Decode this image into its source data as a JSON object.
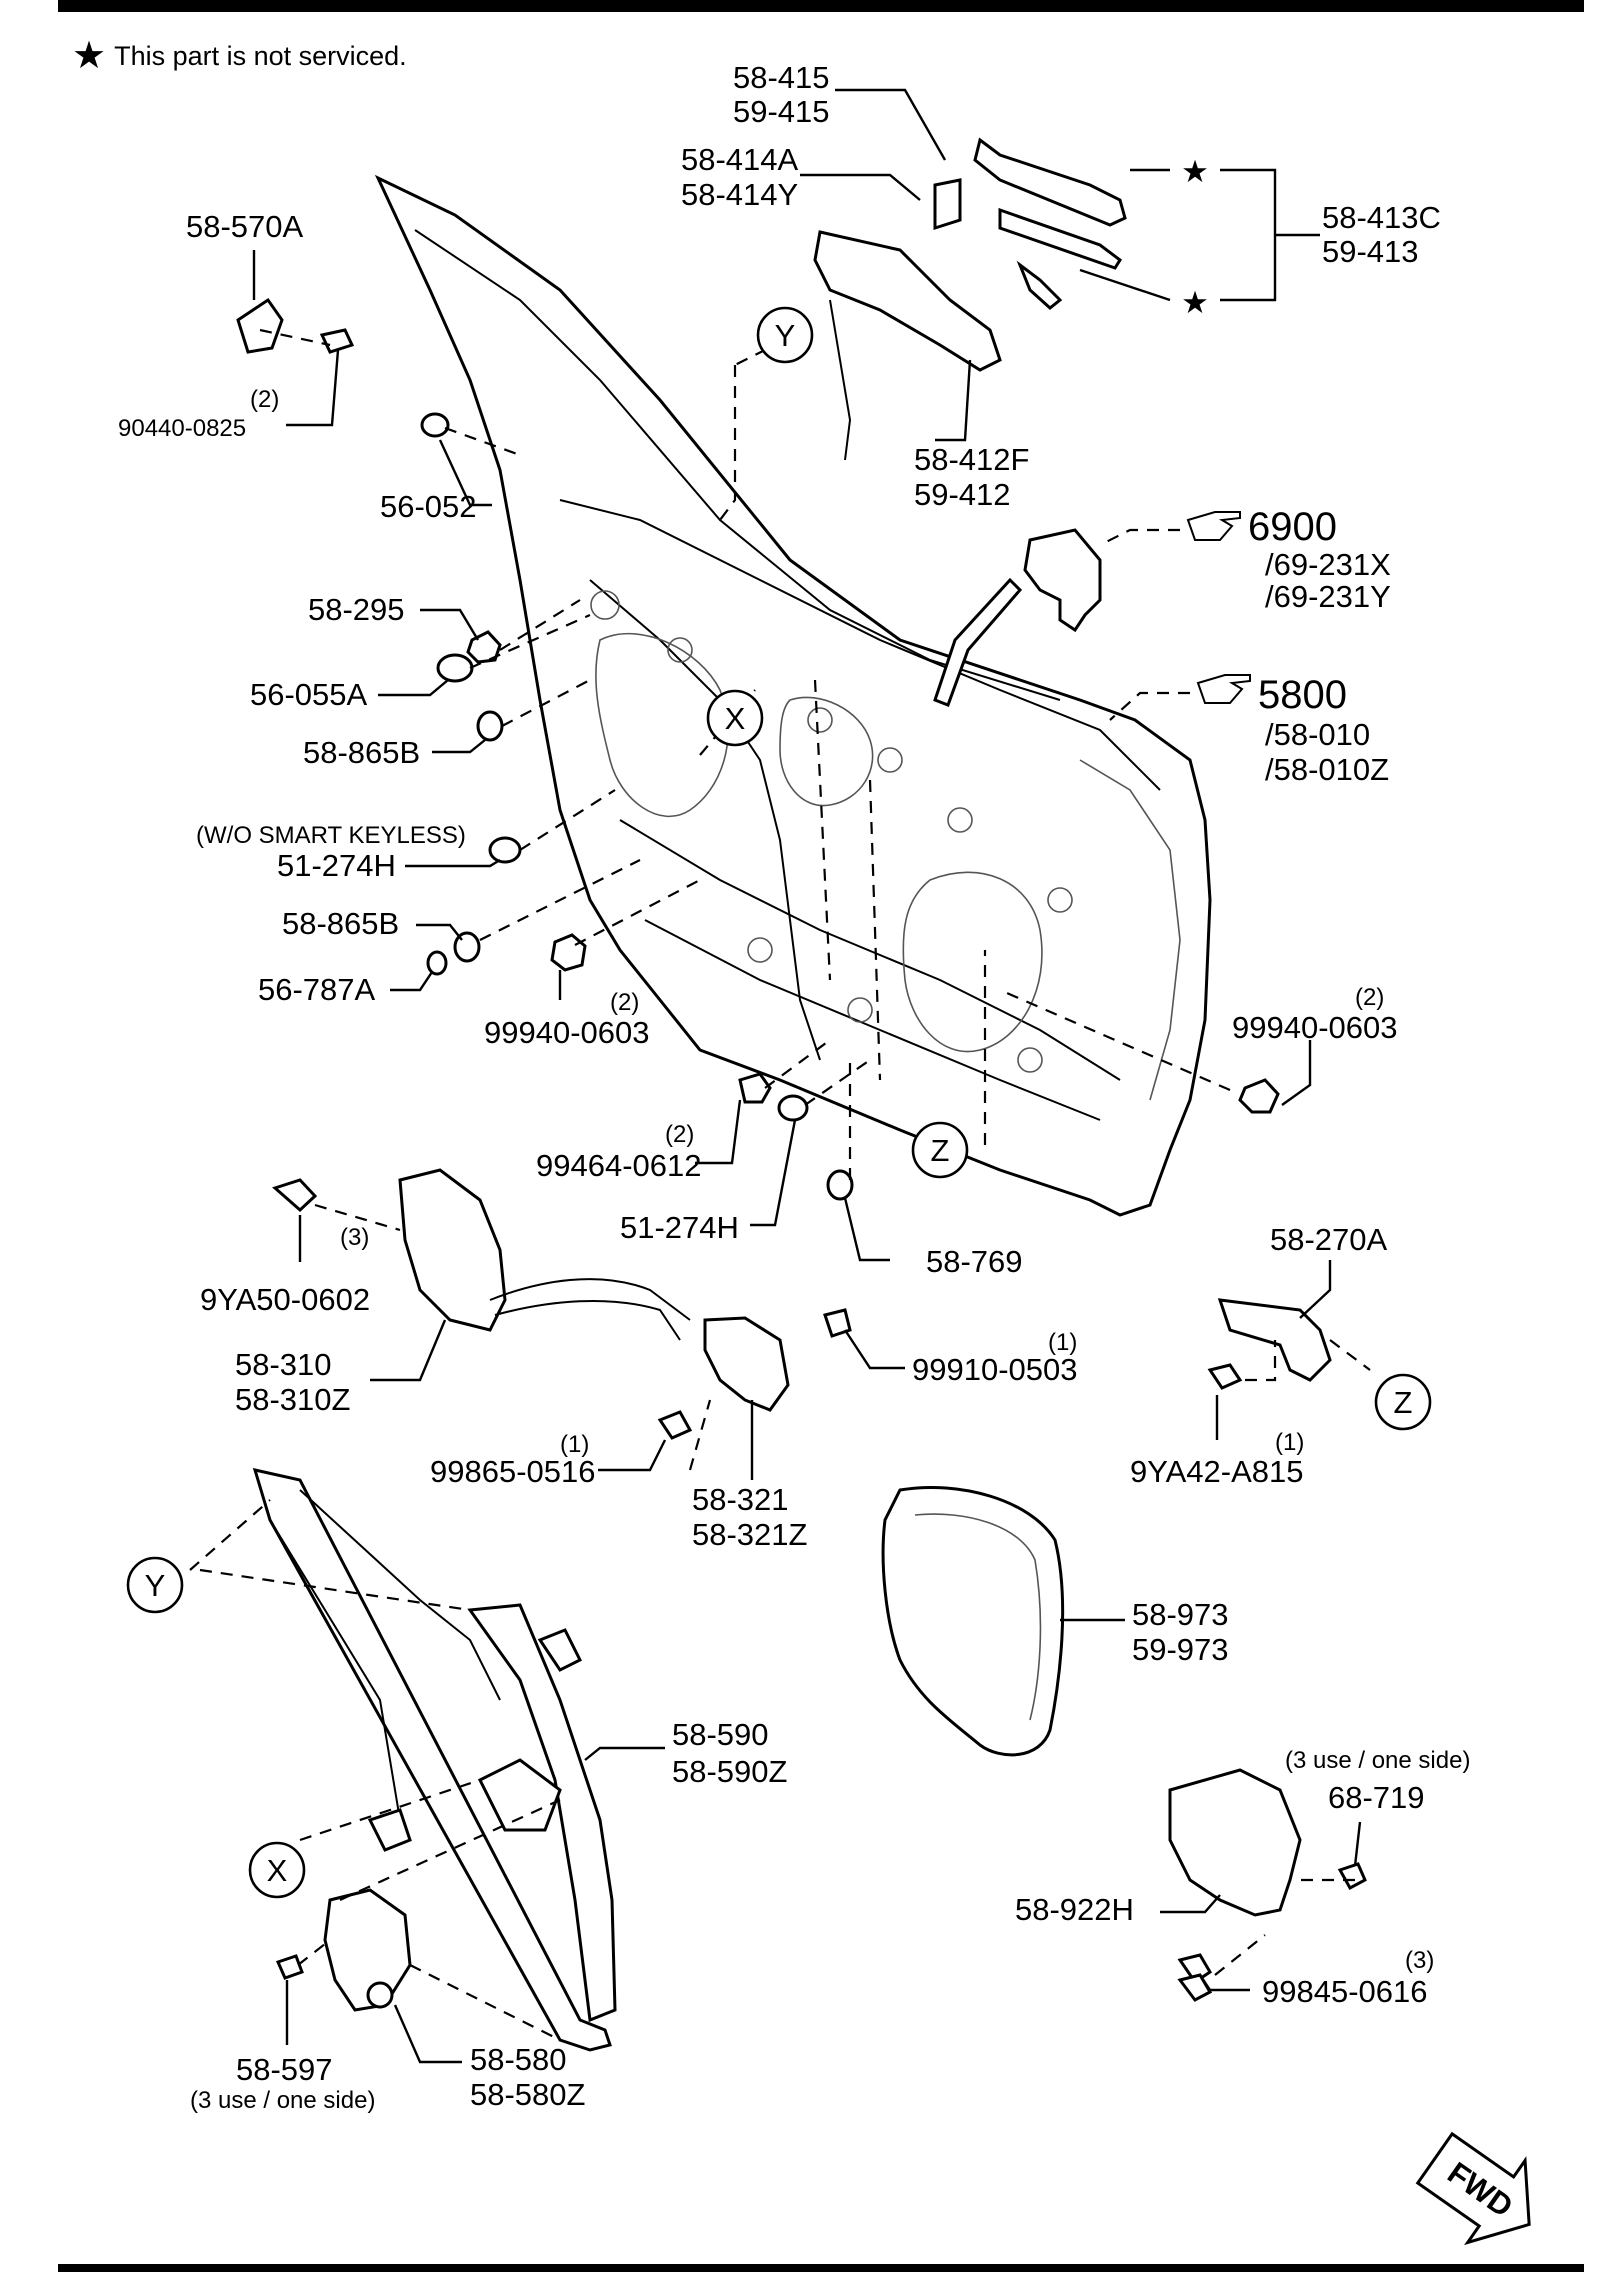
{
  "legend": {
    "star_icon": "star-icon",
    "text": "This part is not serviced."
  },
  "callouts": {
    "p58_415": "58-415",
    "p59_415": "59-415",
    "p58_414A": "58-414A",
    "p58_414Y": "58-414Y",
    "p58_413C": "58-413C",
    "p59_413": "59-413",
    "p58_570A": "58-570A",
    "q_90440": "(2)",
    "p90440_0825": "90440-0825",
    "p56_052": "56-052",
    "p58_412F": "58-412F",
    "p59_412": "59-412",
    "ref_6900": "6900",
    "p69_231X": "/69-231X",
    "p69_231Y": "/69-231Y",
    "p58_295": "58-295",
    "p56_055A": "56-055A",
    "ref_5800": "5800",
    "p58_010": "/58-010",
    "p58_010Z": "/58-010Z",
    "p58_865B_a": "58-865B",
    "wo_smart": "(W/O SMART KEYLESS)",
    "p51_274H_a": "51-274H",
    "p58_865B_b": "58-865B",
    "p56_787A": "56-787A",
    "q_99940_a": "(2)",
    "p99940_0603_a": "99940-0603",
    "q_99940_b": "(2)",
    "p99940_0603_b": "99940-0603",
    "q_99464": "(2)",
    "p99464_0612": "99464-0612",
    "p51_274H_b": "51-274H",
    "p58_769": "58-769",
    "q_9YA50": "(3)",
    "p9YA50_0602": "9YA50-0602",
    "p58_310": "58-310",
    "p58_310Z": "58-310Z",
    "q_99910": "(1)",
    "p99910_0503": "99910-0503",
    "q_99865": "(1)",
    "p99865_0516": "99865-0516",
    "p58_321": "58-321",
    "p58_321Z": "58-321Z",
    "p58_270A": "58-270A",
    "q_9YA42": "(1)",
    "p9YA42_A815": "9YA42-A815",
    "p58_973": "58-973",
    "p59_973": "59-973",
    "p58_590": "58-590",
    "p58_590Z": "58-590Z",
    "use_note_a": "(3 use / one side)",
    "p68_719": "68-719",
    "p58_922H": "58-922H",
    "q_99845": "(3)",
    "p99845_0616": "99845-0616",
    "p58_597": "58-597",
    "use_note_b": "(3 use / one side)",
    "p58_580": "58-580",
    "p58_580Z": "58-580Z"
  },
  "connectors": {
    "X": "X",
    "Y": "Y",
    "Z": "Z"
  },
  "direction_badge": "FWD"
}
